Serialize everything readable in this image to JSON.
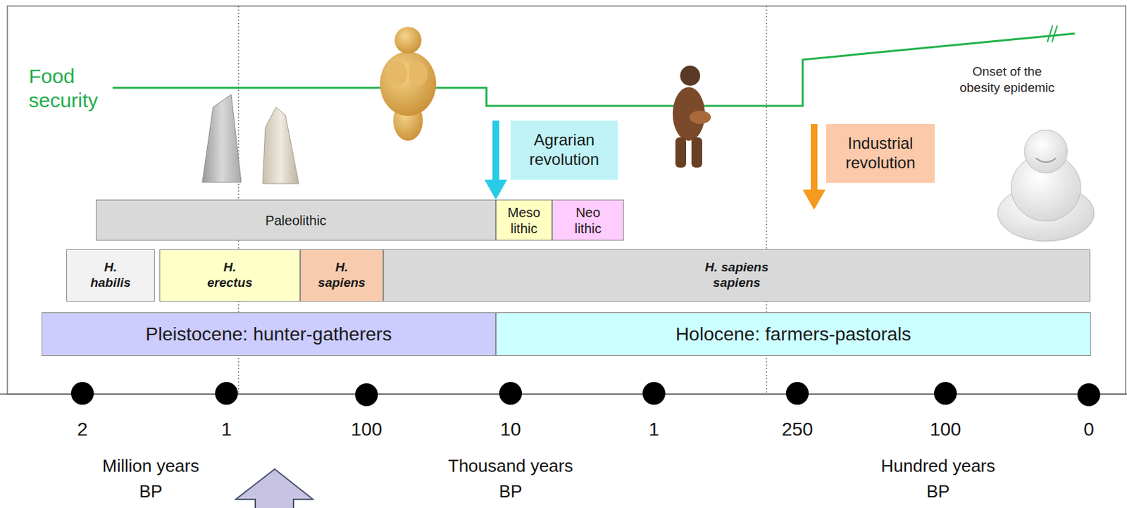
{
  "diagram": {
    "nodes": [
      {
        "text": [
          "Agrarian revolution"
        ]
      },
      {
        "text": [
          "Industrial revolution"
        ]
      },
      {
        "text": [
          "Paleolithic"
        ]
      },
      {
        "text": [
          "Meso lithic"
        ]
      },
      {
        "text": [
          "Neo lithic"
        ]
      },
      {
        "text": [
          "H. habilis"
        ]
      },
      {
        "text": [
          "H. erectus"
        ]
      },
      {
        "text": [
          "H. sapiens"
        ]
      },
      {
        "text": [
          "H. sapiens sapiens"
        ]
      },
      {
        "text": [
          "Pleistocene: hunter-gatherers"
        ]
      },
      {
        "text": [
          "Holocene: farmers-pastorals"
        ]
      }
    ],
    "labels": [
      "Food security",
      "Onset of the obesity epidemic",
      "2",
      "1",
      "100",
      "10",
      "1",
      "250",
      "100",
      "0",
      "Million years BP",
      "Thousand years BP",
      "Hundred years BP"
    ]
  }
}
